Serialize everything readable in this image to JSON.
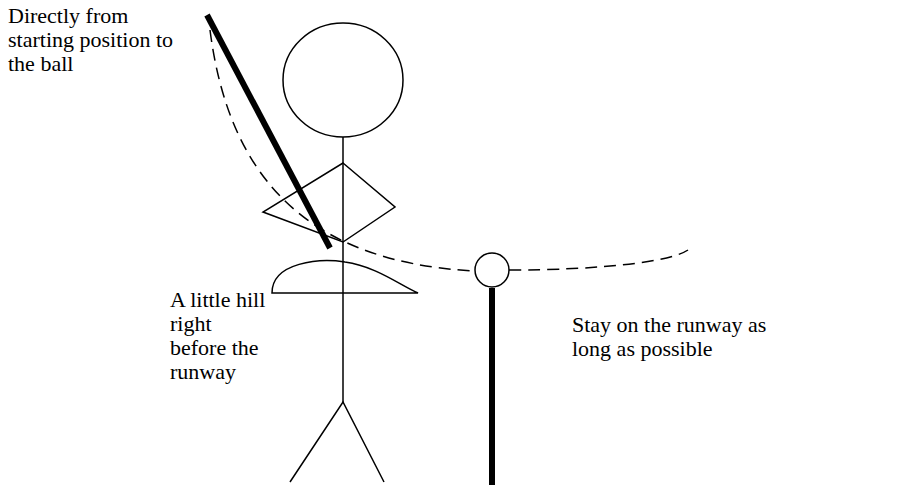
{
  "diagram": {
    "labels": [
      "Directly from starting position to the ball",
      "A little hill right before the runway",
      "Stay on the runway as long as possible"
    ]
  }
}
